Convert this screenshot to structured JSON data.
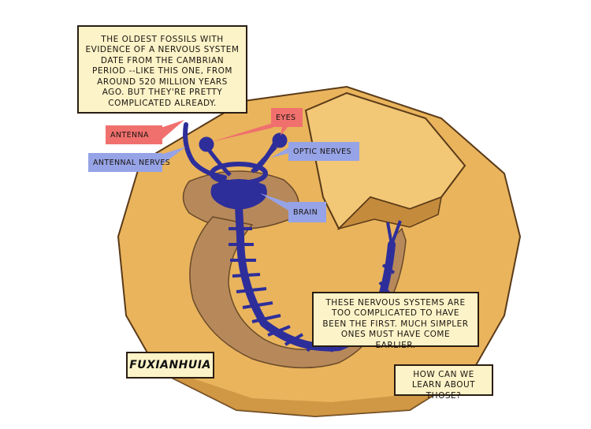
{
  "captions": {
    "intro": "THE OLDEST FOSSILS WITH EVIDENCE OF A NERVOUS SYSTEM DATE FROM THE CAMBRIAN PERIOD --LIKE THIS ONE, FROM AROUND 520 MILLION YEARS AGO. BUT THEY'RE PRETTY COMPLICATED ALREADY.",
    "complex": "THESE NERVOUS SYSTEMS ARE TOO COMPLICATED TO HAVE BEEN THE FIRST. MUCH SIMPLER ONES MUST HAVE COME EARLIER.",
    "question": "HOW CAN WE LEARN ABOUT THOSE?"
  },
  "labels": {
    "antenna": "ANTENNA",
    "antennal_nerves": "ANTENNAL NERVES",
    "eyes": "EYES",
    "optic_nerves": "OPTIC NERVES",
    "brain": "BRAIN"
  },
  "specimen_name": "FUXIANHUIA",
  "colors": {
    "rock": "#e9b45c",
    "rock_shadow": "#c58b3c",
    "fossil_body": "#b7895a",
    "nervous_system": "#2e2e9a",
    "caption_bg": "#fdf3c8",
    "label_red": "#f0706e",
    "label_blue": "#96a3e6"
  }
}
